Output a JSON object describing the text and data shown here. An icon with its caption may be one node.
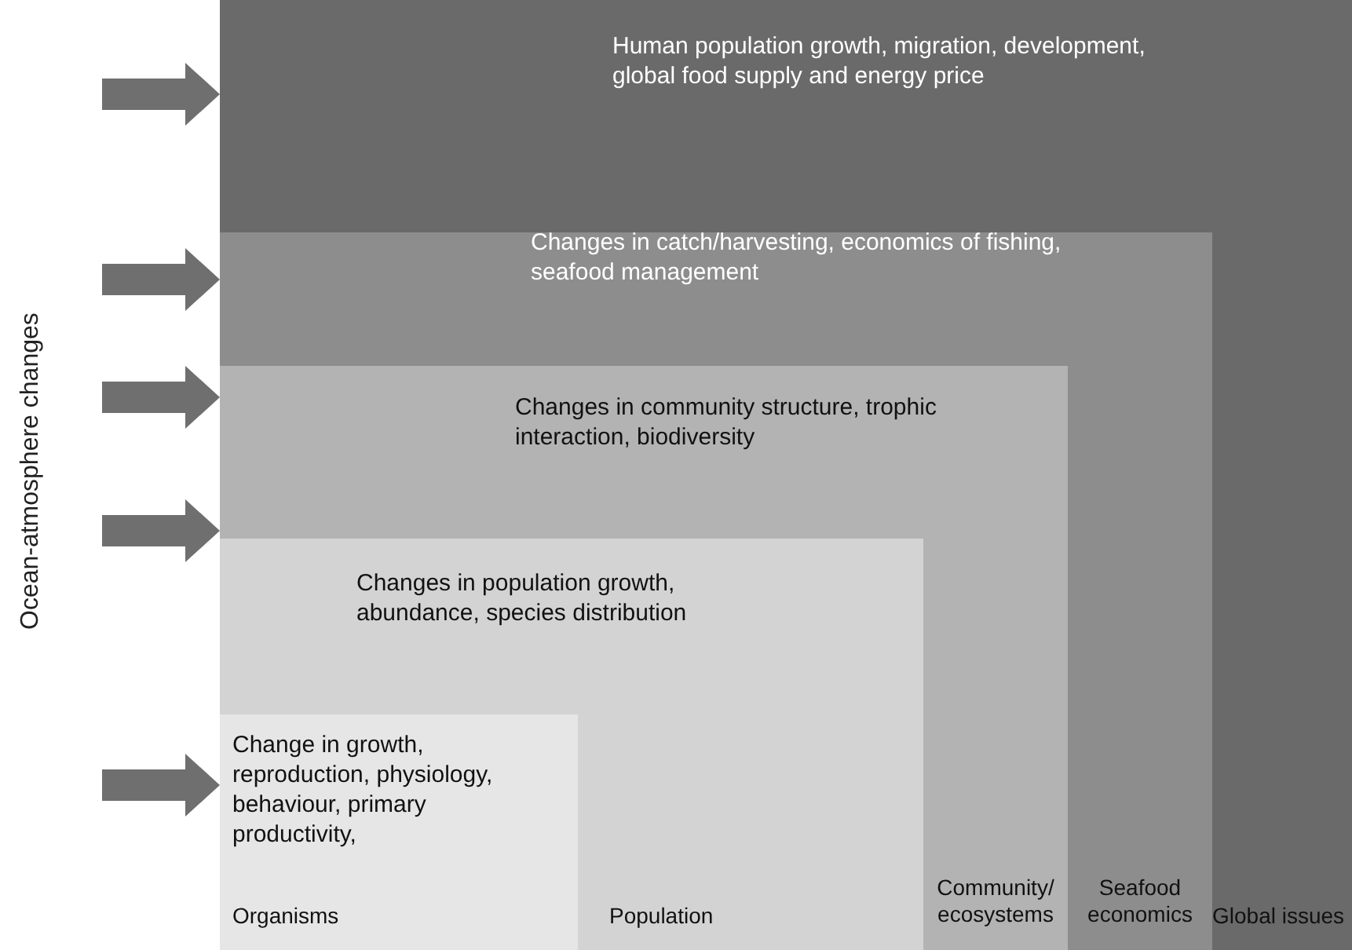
{
  "diagram": {
    "nodes": [
      {
        "text": [
          "Human population growth, migration, development, global food supply and energy price",
          "Global issues"
        ]
      },
      {
        "text": [
          "Changes in catch/harvesting, economics of fishing, seafood management",
          "Seafood economics"
        ],
        "in": 0
      },
      {
        "text": [
          "Changes in community structure, trophic interaction, biodiversity",
          "Community/ ecosystems"
        ],
        "in": 1
      },
      {
        "text": [
          "Changes in population growth, abundance, species distribution",
          "Population"
        ],
        "in": 2
      },
      {
        "text": [
          "Change in growth, reproduction, physiology, behaviour, primary productivity,",
          "Organisms"
        ],
        "in": 3
      }
    ],
    "edges": [
      {
        "from": null,
        "to": 0,
        "arrow": "to"
      },
      {
        "from": null,
        "to": 1,
        "arrow": "to"
      },
      {
        "from": null,
        "to": 2,
        "arrow": "to"
      },
      {
        "from": null,
        "to": 3,
        "arrow": "to"
      },
      {
        "from": null,
        "to": 4,
        "arrow": "to"
      }
    ],
    "labels": [
      "Ocean-atmosphere changes"
    ]
  }
}
